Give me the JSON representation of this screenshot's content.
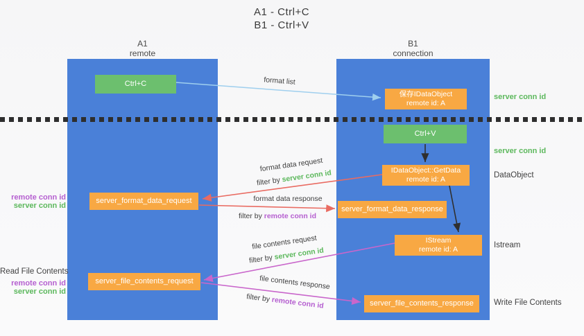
{
  "title": {
    "line1": "A1 - Ctrl+C",
    "line2": "B1 - Ctrl+V"
  },
  "colors": {
    "column_blue": "#4a80d8",
    "box_green": "#6cbf6e",
    "box_orange": "#f8a843",
    "arrow_light_blue": "#9fcfee",
    "arrow_red": "#e96b62",
    "arrow_magenta": "#c966cb",
    "arrow_black": "#2f2f2f",
    "label_green": "#5cb85c",
    "label_purple": "#b55fd0"
  },
  "columns": {
    "a1": {
      "title": "A1",
      "subtitle": "remote"
    },
    "b1": {
      "title": "B1",
      "subtitle": "connection"
    }
  },
  "nodes": {
    "ctrl_c": {
      "label": "Ctrl+C"
    },
    "ctrl_v": {
      "label": "Ctrl+V"
    },
    "save_idataobject": {
      "line1": "保存IDataObject",
      "line2": "remote id: A"
    },
    "getdata": {
      "line1": "IDataObject::GetData",
      "line2": "remote id: A"
    },
    "istream": {
      "line1": "IStream",
      "line2": "remote id: A"
    },
    "format_request": {
      "label": "server_format_data_request"
    },
    "format_response": {
      "label": "server_format_data_response"
    },
    "file_request": {
      "label": "server_file_contents_request"
    },
    "file_response": {
      "label": "server_file_contents_response"
    }
  },
  "edge_labels": {
    "format_list": "format list",
    "format_data_request": "format data request",
    "format_data_request_filter_prefix": "filter by ",
    "format_data_request_filter_value": "server conn id",
    "format_data_response": "format data response",
    "format_data_response_filter_prefix": "filter by ",
    "format_data_response_filter_value": "remote conn id",
    "file_contents_request": "file contents request",
    "file_contents_request_filter_prefix": "filter by ",
    "file_contents_request_filter_value": "server conn id",
    "file_contents_response": "file contents response",
    "file_contents_response_filter_prefix": "filter by ",
    "file_contents_response_filter_value": "remote conn id"
  },
  "side_labels": {
    "right_server_conn_id_1": "server conn id",
    "right_server_conn_id_2": "server conn id",
    "right_dataobject": "DataObject",
    "right_istream": "Istream",
    "right_write_file": "Write File Contents",
    "left_remote_conn_id_1": "remote conn id",
    "left_server_conn_id_1": "server conn id",
    "left_read_file": "Read File Contents",
    "left_remote_conn_id_2": "remote conn id",
    "left_server_conn_id_2": "server conn id"
  }
}
